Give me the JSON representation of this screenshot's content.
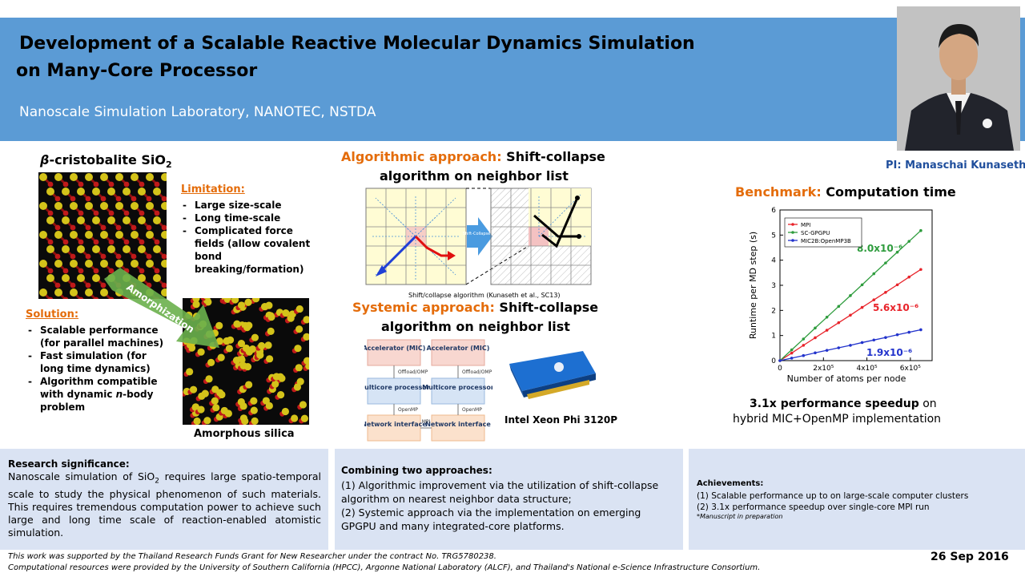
{
  "header": {
    "title_line1": "Development of a Scalable Reactive Molecular Dynamics Simulation",
    "title_line2": "on Many-Core Processor",
    "subtitle": "Nanoscale Simulation Laboratory, NANOTEC, NSTDA",
    "pi_label": "PI: Manaschai Kunaseth"
  },
  "left": {
    "crystal_beta": "β",
    "crystal_title": "-cristobalite SiO",
    "crystal_sub": "2",
    "limitation_title": "Limitation:",
    "limitation_items": [
      "Large size-scale",
      "Long time-scale",
      "Complicated force fields (allow covalent bond breaking/formation)"
    ],
    "arrow_label": "Amorphization",
    "solution_title": "Solution:",
    "solution_items": [
      "Scalable performance (for parallel machines)",
      "Fast simulation (for long time dynamics)",
      "Algorithm compatible with dynamic n-body problem"
    ],
    "amorphous_label": "Amorphous silica"
  },
  "middle": {
    "algo_title_colored": "Algorithmic approach:",
    "algo_title_rest": "Shift-collapse",
    "algo_title_line2": "algorithm on neighbor list",
    "shift_arrow_label": "Shift-Collapse",
    "algo_caption": "Shift/collapse  algorithm  (Kunaseth  et al., SC13)",
    "sys_title_colored": "Systemic approach:",
    "sys_title_rest": "Shift-collapse",
    "sys_title_line2": "algorithm on neighbor list",
    "arch": {
      "accelerator": "Accelerator (MIC)",
      "offload": "Offload/OMP",
      "multicore": "Multicore processor",
      "openmp": "OpenMP",
      "network": "Network interface",
      "mpi": "MPI"
    },
    "xeon_caption": "Intel Xeon Phi 3120P"
  },
  "right": {
    "bench_colored": "Benchmark:",
    "bench_rest": "Computation time",
    "speedup_bold": "3.1x performance speedup",
    "speedup_rest": "on",
    "speedup_line2": "hybrid MIC+OpenMP implementation"
  },
  "chart_data": {
    "type": "line",
    "xlabel": "Number of atoms per node",
    "ylabel": "Runtime per MD step (s)",
    "xlim": [
      0,
      700000
    ],
    "ylim": [
      0,
      6
    ],
    "x_ticks": [
      "0",
      "2x10⁵",
      "4x10⁵",
      "6x10⁵"
    ],
    "y_ticks": [
      "0",
      "1",
      "2",
      "3",
      "4",
      "5",
      "6"
    ],
    "legend_position": "top-left",
    "series": [
      {
        "name": "MPI",
        "color": "#e8232a",
        "slope_label": "5.6x10⁻⁶",
        "x": [
          0,
          54000,
          108000,
          162000,
          216000,
          270000,
          324000,
          378000,
          432000,
          486000,
          540000,
          594000,
          648000
        ],
        "y": [
          0,
          0.3,
          0.61,
          0.91,
          1.21,
          1.51,
          1.81,
          2.12,
          2.42,
          2.72,
          3.02,
          3.33,
          3.63
        ]
      },
      {
        "name": "SC-GPGPU",
        "color": "#2e9c3d",
        "slope_label": "8.0x10⁻⁶",
        "x": [
          0,
          54000,
          108000,
          162000,
          216000,
          270000,
          324000,
          378000,
          432000,
          486000,
          540000,
          594000,
          648000
        ],
        "y": [
          0,
          0.43,
          0.86,
          1.3,
          1.73,
          2.16,
          2.59,
          3.02,
          3.46,
          3.89,
          4.32,
          4.75,
          5.18
        ]
      },
      {
        "name": "MIC2B:OpenMP3B",
        "color": "#2233cc",
        "slope_label": "1.9x10⁻⁶",
        "x": [
          0,
          54000,
          108000,
          162000,
          216000,
          270000,
          324000,
          378000,
          432000,
          486000,
          540000,
          594000,
          648000
        ],
        "y": [
          0,
          0.1,
          0.2,
          0.31,
          0.41,
          0.51,
          0.61,
          0.72,
          0.82,
          0.92,
          1.03,
          1.13,
          1.23
        ]
      }
    ]
  },
  "panels": {
    "research_title": "Research significance:",
    "research_text_a": "Nanoscale simulation of SiO",
    "research_text_sub": "2",
    "research_text_b": " requires large spatio-temporal scale to study the physical phenomenon of such materials. This requires tremendous computation power to achieve such large and long time scale of reaction-enabled atomistic simulation.",
    "combining_title": "Combining two approaches:",
    "combining_line1": "(1) Algorithmic improvement via the utilization of shift-collapse algorithm on nearest neighbor data structure;",
    "combining_line2": "(2) Systemic approach via the implementation on emerging GPGPU and many integrated-core platforms.",
    "achievements_title": "Achievements:",
    "achievements_items": [
      "(1) Scalable performance up to on large-scale computer clusters",
      "(2) 3.1x  performance speedup over single-core MPI run"
    ],
    "manuscript_note": "*Manuscript  in  preparation"
  },
  "footer": {
    "funding": "This work was supported by the Thailand Research Funds Grant for New Researcher under the contract No. TRG5780238.",
    "resources": "Computational resources were provided by the University of Southern California (HPCC), Argonne National Laboratory (ALCF), and Thailand's National e-Science Infrastructure Consortium.",
    "date": "26 Sep 2016"
  }
}
